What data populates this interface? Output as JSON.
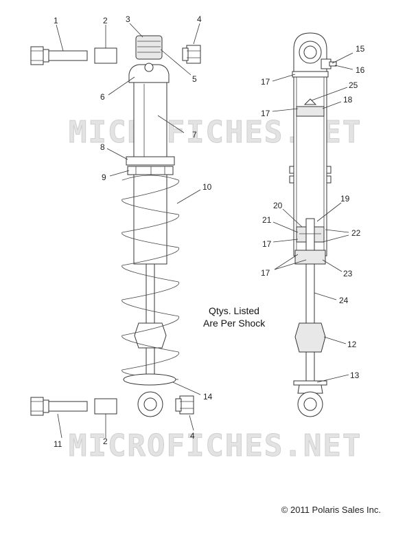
{
  "watermark": "MICROFICHES.NET",
  "note": {
    "line1": "Qtys. Listed",
    "line2": "Are Per Shock"
  },
  "copyright": "© 2011 Polaris Sales Inc.",
  "callouts": {
    "c1": "1",
    "c2": "2",
    "c3": "3",
    "c4": "4",
    "c5": "5",
    "c6": "6",
    "c7": "7",
    "c8": "8",
    "c9": "9",
    "c10": "10",
    "c2b": "2",
    "c4b": "4",
    "c11": "11",
    "c14": "14",
    "c15": "15",
    "c16": "16",
    "c17a": "17",
    "c25": "25",
    "c17b": "17",
    "c18": "18",
    "c19": "19",
    "c20": "20",
    "c21": "21",
    "c22": "22",
    "c17c": "17",
    "c17d": "17",
    "c23": "23",
    "c24": "24",
    "c12": "12",
    "c13": "13"
  }
}
